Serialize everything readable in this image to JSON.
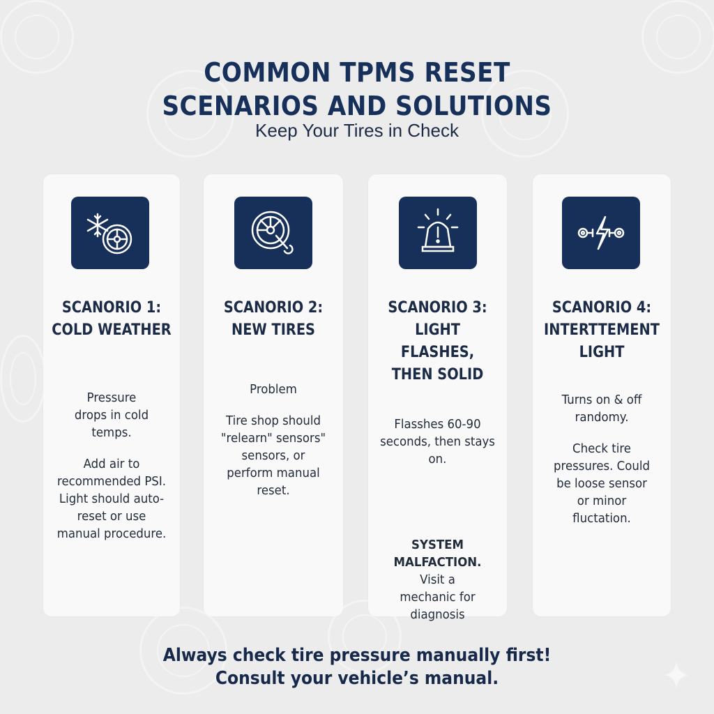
{
  "header": {
    "title_line1": "COMMON TPMS RESET",
    "title_line2": "SCENARIOS AND SOLUTIONS",
    "subtitle": "Keep Your Tires in Check"
  },
  "colors": {
    "accent": "#17305a",
    "background": "#ececed",
    "card": "#f9f9f9"
  },
  "cards": [
    {
      "icon": "snowflake-tire-icon",
      "title_line1": "SCANORIO 1:",
      "title_line2": "COLD WEATHER",
      "problem": "Pressure drops in cold temps.",
      "solution": "Add air to recommended PSI. Light should auto-reset or use manual procedure."
    },
    {
      "icon": "tire-wrench-icon",
      "title_line1": "SCANORIO 2:",
      "title_line2": "NEW TIRES",
      "problem_label": "Problem",
      "solution": "Tire shop should \"relearn\" sensors\" sensors, or perform manual reset."
    },
    {
      "icon": "warning-beacon-icon",
      "title_line1": "SCANORIO 3:",
      "title_line2": "LIGHT FLASHES,",
      "title_line3": "THEN SOLID",
      "problem": "Flasshes 60-90 seconds, then stays on.",
      "solution_bold": "SYSTEM MALFACTION.",
      "solution": "Visit a mechanic for diagnosis"
    },
    {
      "icon": "intermittent-connection-icon",
      "title_line1": "SCANORIO 4:",
      "title_line2": "INTERTTEMENT",
      "title_line3": "LIGHT",
      "problem": "Turns on & off randomy.",
      "solution": "Check tire pressures. Could be loose sensor or minor fluctation."
    }
  ],
  "footer": {
    "line1": "Always check tire pressure manually first!",
    "line2": "Consult your vehicle’s manual."
  }
}
